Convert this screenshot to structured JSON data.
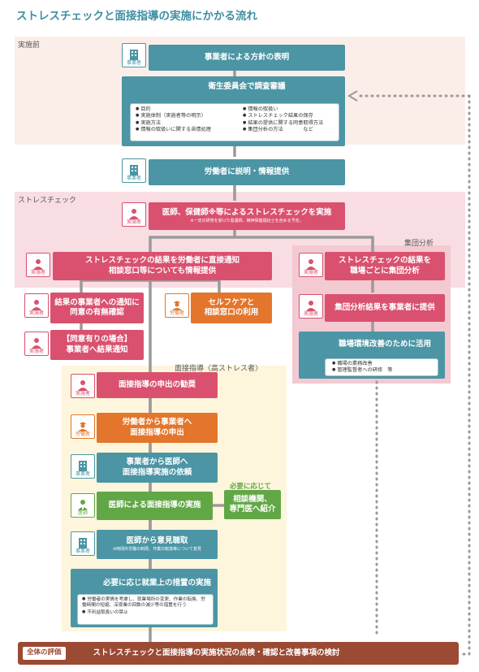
{
  "title": "ストレスチェックと面接指導の実施にかかる流れ",
  "sections": {
    "pre": "実施前",
    "check": "ストレスチェック",
    "group": "集団分析",
    "interview": "面接指導〈高ストレス者〉"
  },
  "roles": {
    "employer": "事業者",
    "implementer": "実施者",
    "worker": "労働者",
    "doctor": "医師"
  },
  "steps": {
    "s1": "事業者による方針の表明",
    "s2": "衛生委員会で調査審議",
    "s3": "労働者に説明・情報提供",
    "s4_main": "医師、保健師※等によるストレスチェックを実施",
    "s4_note": "※一定の研修を受けた看護師、精神保健福祉士を含める予定。",
    "s5_line1": "ストレスチェックの結果を労働者に直接通知",
    "s5_line2": "相談窓口等についても情報提供",
    "s6_line1": "結果の事業者への通知に",
    "s6_line2": "同意の有無確認",
    "s7_line1": "【同意有りの場合】",
    "s7_line2": "事業者へ結果通知",
    "s8_line1": "セルフケアと",
    "s8_line2": "相談窓口の利用",
    "g1_line1": "ストレスチェックの結果を",
    "g1_line2": "職場ごとに集団分析",
    "g2": "集団分析結果を事業者に提供",
    "g3": "職場環境改善のために活用",
    "i1": "面接指導の申出の勧奨",
    "i2_line1": "労働者から事業者へ",
    "i2_line2": "面接指導の申出",
    "i3_line1": "事業者から医師へ",
    "i3_line2": "面接指導実施の依頼",
    "i4": "医師による面接指導の実施",
    "i5_main": "医師から意見聴取",
    "i5_note": "※時間外労働の制限、作業の転換等について意見",
    "i6": "必要に応じ就業上の措置の実施",
    "side_label": "必要に応じて",
    "side_line1": "相談機関、",
    "side_line2": "専門医へ紹介",
    "final_label": "全体の評価",
    "final_text": "ストレスチェックと面接指導の実施状況の点検・確認と改善事項の検討"
  },
  "notes": {
    "committee_left": [
      "目的",
      "実施体制（実施者等の明示）",
      "実施方法",
      "情報の取扱いに関する苦情処理"
    ],
    "committee_right": [
      "情報の取扱い",
      "ストレスチェック結果の保存",
      "結果の提供に関する同意取得方法",
      "集団分析の方法　　　　など"
    ],
    "improve": [
      "職場の業務改善",
      "管理監督者への研修　等"
    ],
    "measures": [
      "労働者の実情を考慮し、就業場所の変更、作業の転換、労働時間の短縮、深夜業の回数の減少等の措置を行う",
      "不利益取扱いの禁止"
    ]
  },
  "colors": {
    "title": "#3d8fa3",
    "employer": "#4b95a5",
    "implementer": "#d9516f",
    "worker": "#e3762c",
    "doctor": "#62a746",
    "final": "#9b4a33",
    "pre_bg": "#fbeee8",
    "check_bg": "#f8dde3",
    "interview_bg": "#fdf6dc"
  }
}
